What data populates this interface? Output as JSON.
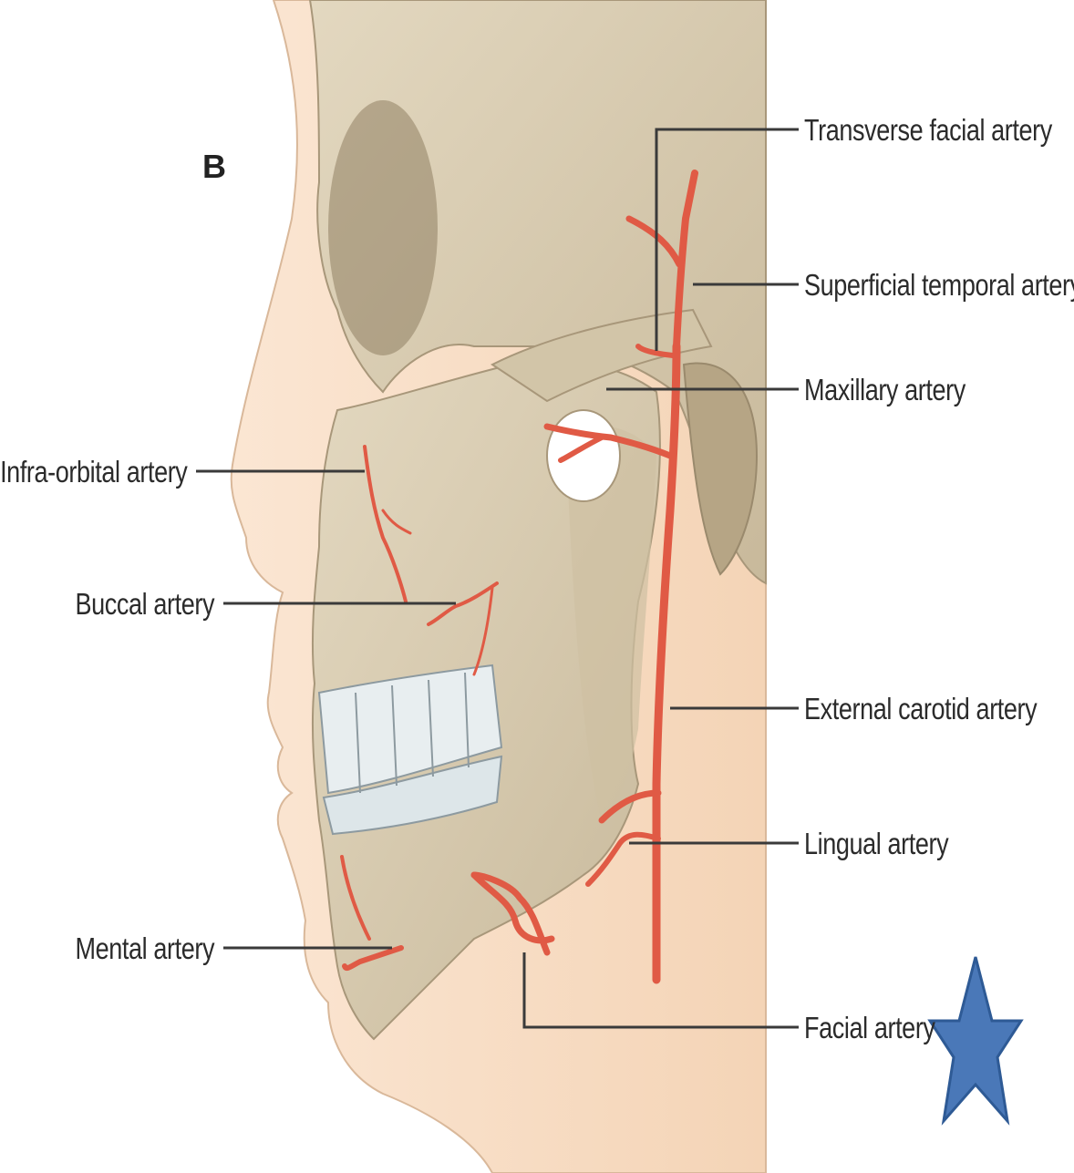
{
  "panel_letter": "B",
  "labels": {
    "transverse_facial": "Transverse facial artery",
    "superficial_temporal": "Superficial temporal artery",
    "maxillary": "Maxillary artery",
    "infra_orbital": "Infra-orbital artery",
    "buccal": "Buccal artery",
    "external_carotid": "External carotid artery",
    "lingual": "Lingual artery",
    "mental": "Mental artery",
    "facial": "Facial artery"
  },
  "colors": {
    "skin": "#f7dcc2",
    "bone": "#d9ccb0",
    "bone_shadow": "#b9aa8d",
    "artery": "#e05a45",
    "teeth": "#e8eef0",
    "star": "#4a78b8"
  },
  "marker": "star-icon"
}
